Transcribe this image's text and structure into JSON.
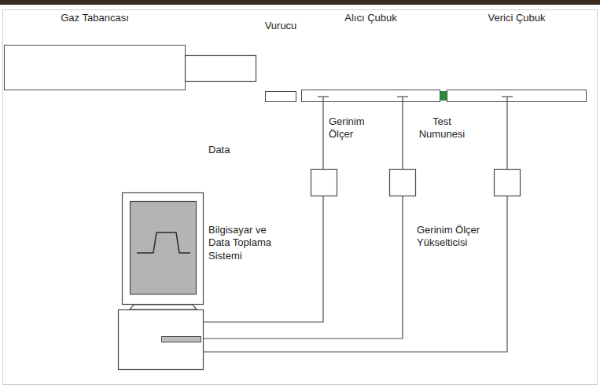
{
  "diagram": {
    "nodes": [
      {
        "text": [
          "Gaz Tabancası"
        ]
      },
      {
        "text": [
          "Vurucu"
        ]
      },
      {
        "text": [
          "Alıcı Çubuk"
        ]
      },
      {
        "text": [
          "Verici Çubuk"
        ]
      }
    ],
    "labels": [
      "Gerinim Ölçer",
      "Test Numunesi",
      "Data",
      "Bilgisayar ve Data Toplama Sistemi",
      "Gerinim Ölçer Yükselticisi"
    ]
  }
}
